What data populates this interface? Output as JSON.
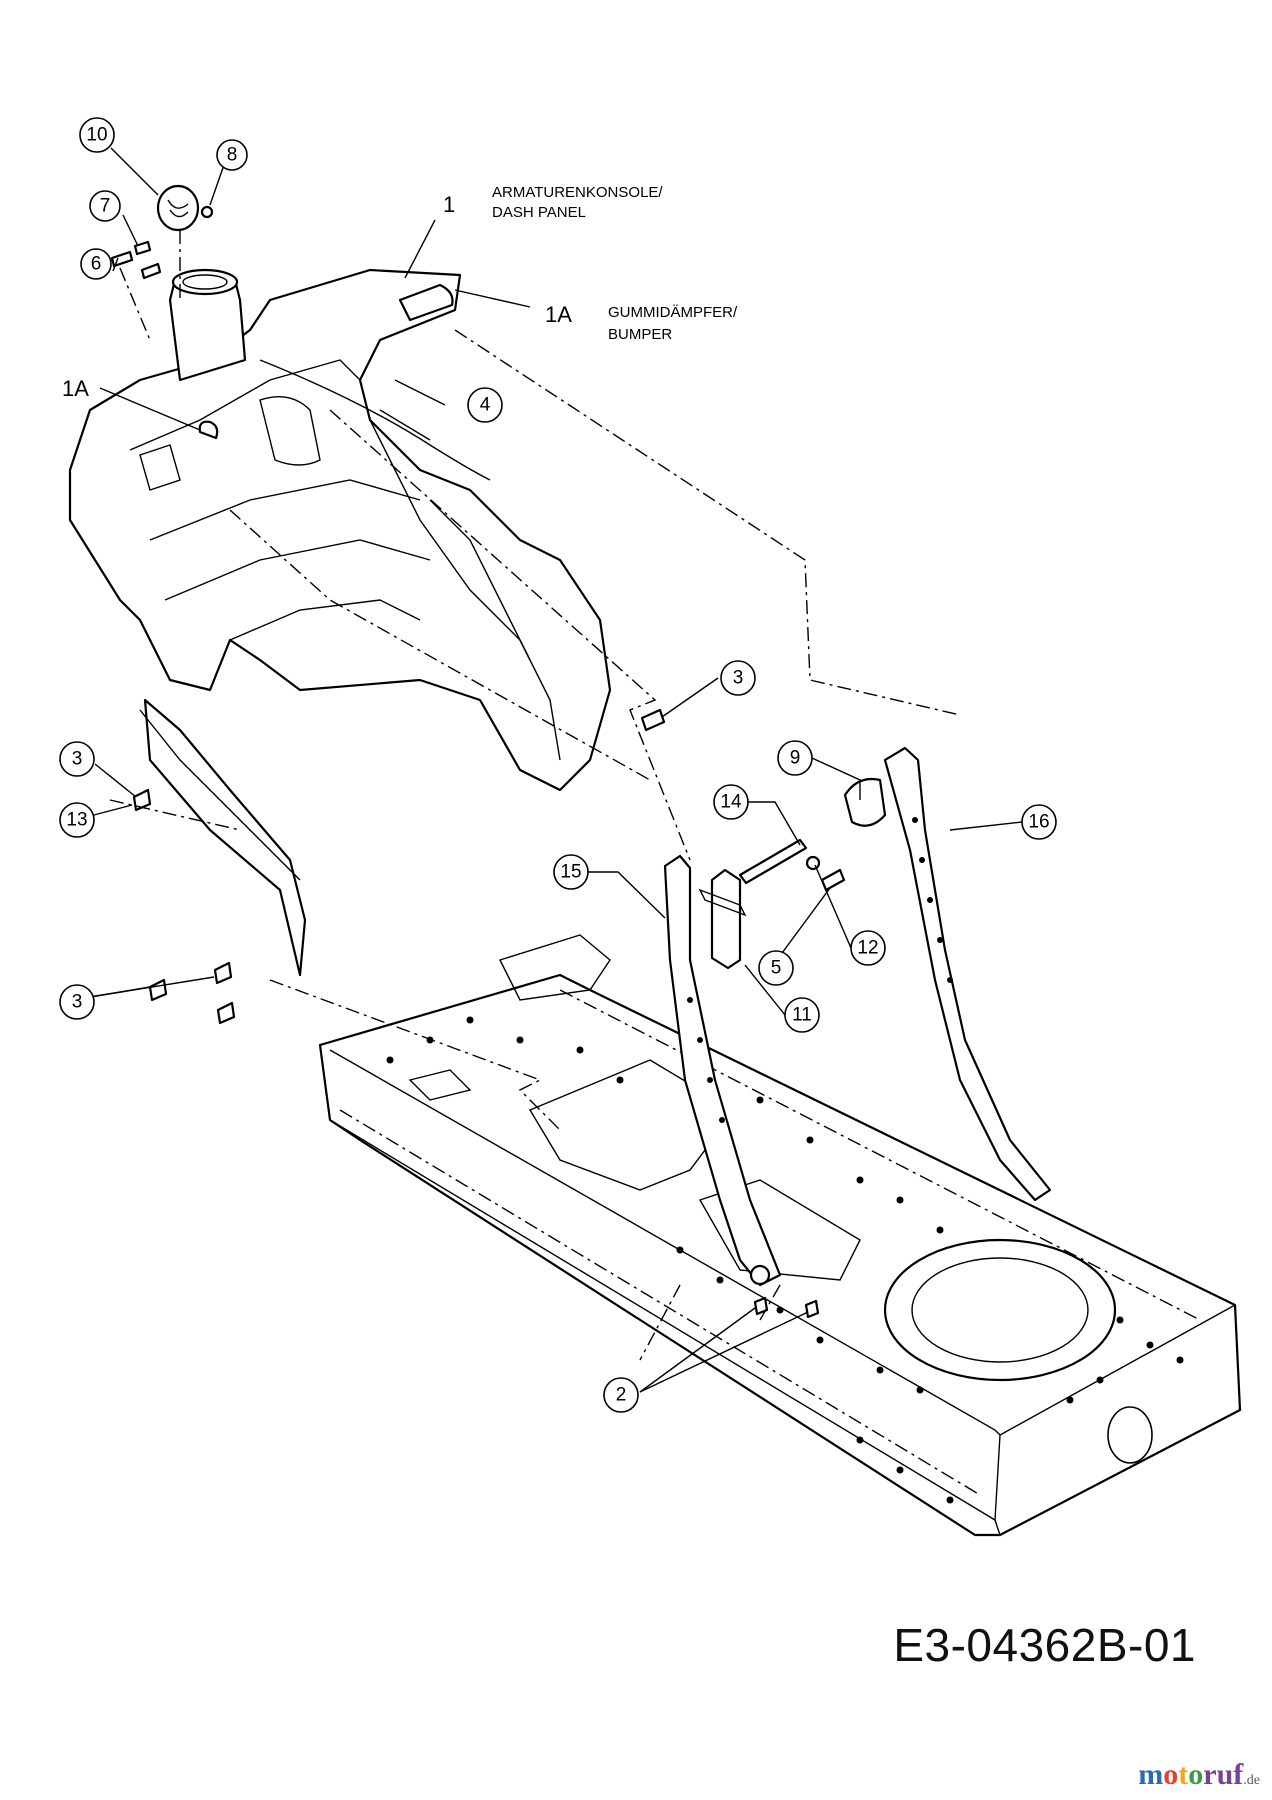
{
  "labels": {
    "dash_panel_de": "ARMATURENKONSOLE/",
    "dash_panel_en": "DASH PANEL",
    "bumper_de": "GUMMIDÄMPFER/",
    "bumper_en": "BUMPER",
    "part_1": "1",
    "part_1a_right": "1A",
    "part_1a_left": "1A"
  },
  "callouts": [
    "10",
    "8",
    "7",
    "6",
    "4",
    "3",
    "3",
    "13",
    "3",
    "9",
    "14",
    "16",
    "15",
    "12",
    "5",
    "11",
    "2"
  ],
  "drawing_code": "E3-04362B-01",
  "watermark": {
    "logo": [
      "m",
      "o",
      "t",
      "o",
      "ruf"
    ],
    "suffix": ".de"
  }
}
